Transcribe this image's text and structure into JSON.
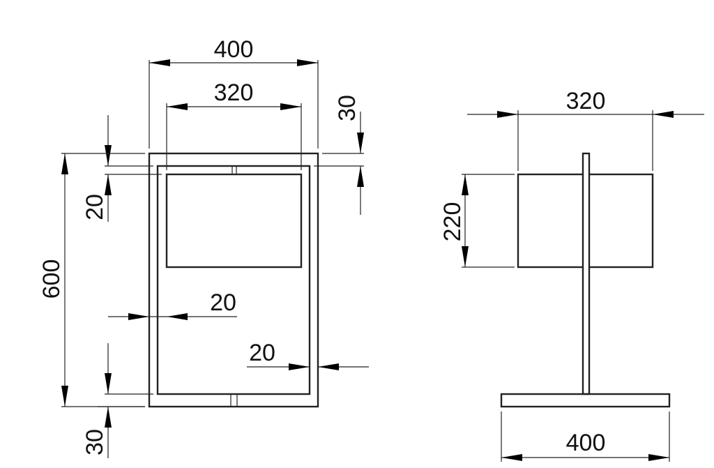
{
  "front_view": {
    "overall_width": "400",
    "screen_width": "320",
    "top_offset": "30",
    "inner_gap": "20",
    "overall_height": "600",
    "left_frame_thickness": "20",
    "right_frame_thickness": "20",
    "bottom_offset": "30"
  },
  "side_view": {
    "screen_width": "320",
    "screen_height": "220",
    "base_width": "400"
  }
}
